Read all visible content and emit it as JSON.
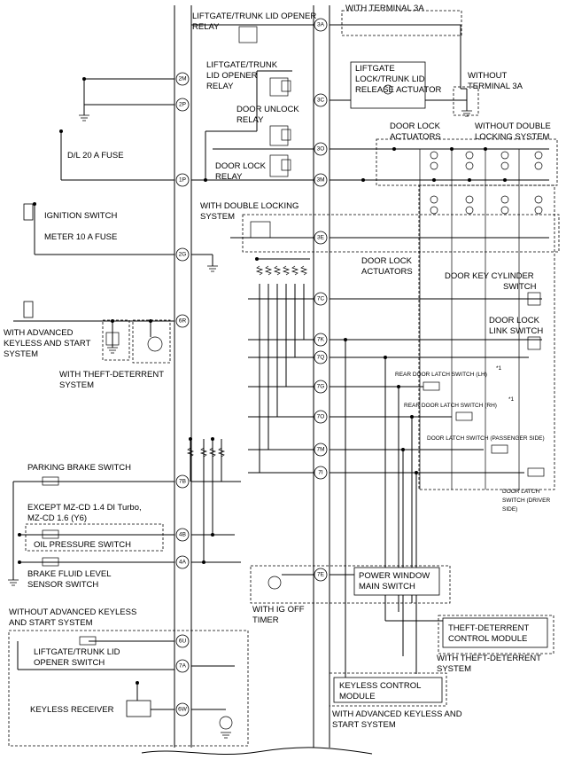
{
  "labels": {
    "liftgate_relay_top": "LIFTGATE/TRUNK LID OPENER",
    "liftgate_relay_top2": "RELAY",
    "with_terminal_3a": "WITH TERMINAL 3A",
    "liftgate_relay_mid1": "LIFTGATE/TRUNK",
    "liftgate_relay_mid2": "LID OPENER",
    "liftgate_relay_mid3": "RELAY",
    "actuator1": "LIFTGATE",
    "actuator2": "LOCK/TRUNK LID",
    "actuator3": "RELEASE ACTUATOR",
    "without_terminal_3a_1": "WITHOUT",
    "without_terminal_3a_2": "TERMINAL 3A",
    "door_unlock_relay1": "DOOR UNLOCK",
    "door_unlock_relay2": "RELAY",
    "door_lock_actuators_top1": "DOOR LOCK",
    "door_lock_actuators_top2": "ACTUATORS",
    "without_double_1": "WITHOUT DOUBLE",
    "without_double_2": "LOCKING SYSTEM",
    "dl_fuse": "D/L 20 A FUSE",
    "door_lock_relay1": "DOOR LOCK",
    "door_lock_relay2": "RELAY",
    "with_double_1": "WITH DOUBLE LOCKING",
    "with_double_2": "SYSTEM",
    "ignition_switch": "IGNITION SWITCH",
    "meter_fuse": "METER 10 A FUSE",
    "door_lock_actuators_bot1": "DOOR LOCK",
    "door_lock_actuators_bot2": "ACTUATORS",
    "door_key_cyl1": "DOOR KEY CYLINDER",
    "door_key_cyl2": "SWITCH",
    "with_adv_keyless1": "WITH ADVANCED",
    "with_adv_keyless2": "KEYLESS AND START",
    "with_adv_keyless3": "SYSTEM",
    "door_lock_link1": "DOOR LOCK",
    "door_lock_link2": "LINK SWITCH",
    "with_theft1": "WITH THEFT-DETERRENT",
    "with_theft2": "SYSTEM",
    "rear_lh": "REAR DOOR LATCH SWITCH (LH)",
    "rear_rh": "REAR DOOR LATCH SWITCH (RH)",
    "note_mark": "*1",
    "latch_pass": "DOOR LATCH SWITCH (PASSENGER SIDE)",
    "latch_drv1": "DOOR LATCH",
    "latch_drv2": "SWITCH (DRIVER",
    "latch_drv3": "SIDE)",
    "parking_brake": "PARKING BRAKE SWITCH",
    "except1": "EXCEPT MZ-CD 1.4 DI Turbo,",
    "except2": "MZ-CD 1.6 (Y6)",
    "oil_pressure": "OIL PRESSURE SWITCH",
    "brake_fluid1": "BRAKE FLUID LEVEL",
    "brake_fluid2": "SENSOR SWITCH",
    "power_window1": "POWER WINDOW",
    "power_window2": "MAIN SWITCH",
    "ig_off1": "WITH IG OFF",
    "ig_off2": "TIMER",
    "without_adv1": "WITHOUT ADVANCED KEYLESS",
    "without_adv2": "AND START SYSTEM",
    "liftgate_opener_sw1": "LIFTGATE/TRUNK LID",
    "liftgate_opener_sw2": "OPENER SWITCH",
    "theft_module1": "THEFT-DETERRENT",
    "theft_module2": "CONTROL MODULE",
    "with_theft_b1": "WITH THEFT-DETERRENT",
    "with_theft_b2": "SYSTEM",
    "keyless_module1": "KEYLESS CONTROL",
    "keyless_module2": "MODULE",
    "keyless_receiver": "KEYLESS RECEIVER",
    "with_adv_b1": "WITH ADVANCED KEYLESS AND",
    "with_adv_b2": "START SYSTEM"
  },
  "pins": {
    "p3A": "3A",
    "p3C": "3C",
    "p3O": "3O",
    "p3M": "3M",
    "p3E": "3E",
    "p2M": "2M",
    "p2P": "2P",
    "p1P": "1P",
    "p2G": "2G",
    "p6R": "6R",
    "p7C": "7C",
    "p7K": "7K",
    "p7Q": "7Q",
    "p7G": "7G",
    "p7O": "7O",
    "p7M": "7M",
    "p7I": "7I",
    "p7B": "7B",
    "p4B": "4B",
    "p4A": "4A",
    "p7E": "7E",
    "p6U": "6U",
    "p7A": "7A",
    "p6W": "6W"
  },
  "colors": {
    "line": "#000000",
    "background": "#ffffff"
  }
}
